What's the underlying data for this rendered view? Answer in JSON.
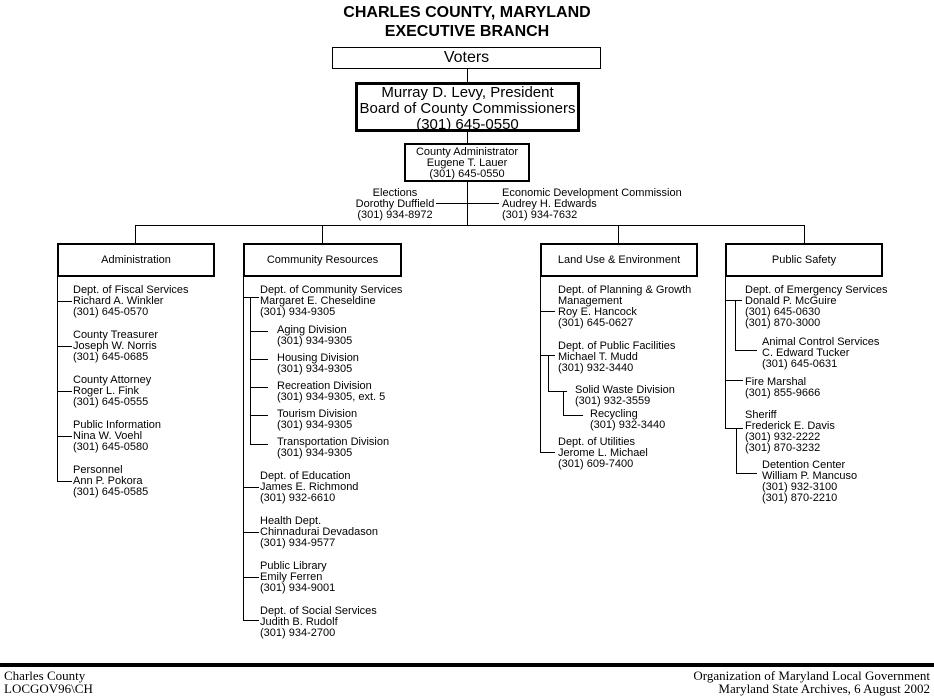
{
  "title": {
    "line1": "CHARLES COUNTY, MARYLAND",
    "line2": "EXECUTIVE BRANCH"
  },
  "voters": {
    "label": "Voters"
  },
  "board": {
    "lines": [
      "Murray D. Levy, President",
      "Board of County Commissioners",
      "(301) 645-0550"
    ]
  },
  "county_admin": {
    "lines": [
      "County Administrator",
      "Eugene T. Lauer",
      "(301) 645-0550"
    ]
  },
  "staff_offices": {
    "elections": {
      "lines": [
        "Elections",
        "Dorothy Duffield",
        "(301) 934-8972"
      ]
    },
    "economic_development": {
      "lines": [
        "Economic Development Commission",
        "Audrey H. Edwards",
        "(301) 934-7632"
      ]
    }
  },
  "branches": {
    "administration": {
      "label": "Administration",
      "entries": [
        {
          "lines": [
            "Dept. of Fiscal Services",
            "Richard A. Winkler",
            "(301) 645-0570"
          ]
        },
        {
          "lines": [
            "County Treasurer",
            "Joseph W. Norris",
            "(301) 645-0685"
          ]
        },
        {
          "lines": [
            "County Attorney",
            "Roger L. Fink",
            "(301) 645-0555"
          ]
        },
        {
          "lines": [
            "Public Information",
            "Nina W. Voehl",
            "(301) 645-0580"
          ]
        },
        {
          "lines": [
            "Personnel",
            "Ann P. Pokora",
            "(301) 645-0585"
          ]
        }
      ]
    },
    "community_resources": {
      "label": "Community Resources",
      "entries": [
        {
          "lines": [
            "Dept. of Community Services",
            "Margaret E. Cheseldine",
            "(301) 934-9305"
          ]
        },
        {
          "lines": [
            "Aging Division",
            "(301) 934-9305"
          ]
        },
        {
          "lines": [
            "Housing Division",
            "(301) 934-9305"
          ]
        },
        {
          "lines": [
            "Recreation Division",
            "(301) 934-9305, ext. 5"
          ]
        },
        {
          "lines": [
            "Tourism Division",
            "(301) 934-9305"
          ]
        },
        {
          "lines": [
            "Transportation Division",
            "(301) 934-9305"
          ]
        },
        {
          "lines": [
            "Dept. of Education",
            "James E. Richmond",
            "(301) 932-6610"
          ]
        },
        {
          "lines": [
            "Health Dept.",
            "Chinnadurai Devadason",
            "(301) 934-9577"
          ]
        },
        {
          "lines": [
            "Public Library",
            "Emily Ferren",
            "(301) 934-9001"
          ]
        },
        {
          "lines": [
            "Dept. of Social Services",
            "Judith B. Rudolf",
            "(301) 934-2700"
          ]
        }
      ]
    },
    "land_use": {
      "label": "Land Use & Environment",
      "entries": [
        {
          "lines": [
            "Dept. of Planning & Growth",
            "Management",
            "Roy E. Hancock",
            "(301) 645-0627"
          ]
        },
        {
          "lines": [
            "Dept. of Public Facilities",
            "Michael T. Mudd",
            "(301) 932-3440"
          ]
        },
        {
          "lines": [
            "Solid Waste Division",
            "(301) 932-3559"
          ]
        },
        {
          "lines": [
            "Recycling",
            "(301) 932-3440"
          ]
        },
        {
          "lines": [
            "Dept. of Utilities",
            "Jerome L. Michael",
            "(301) 609-7400"
          ]
        }
      ]
    },
    "public_safety": {
      "label": "Public Safety",
      "entries": [
        {
          "lines": [
            "Dept. of Emergency Services",
            "Donald P. McGuire",
            "(301) 645-0630",
            "(301) 870-3000"
          ]
        },
        {
          "lines": [
            "Animal Control Services",
            "C. Edward Tucker",
            "(301) 645-0631"
          ]
        },
        {
          "lines": [
            "Fire Marshal",
            "(301) 855-9666"
          ]
        },
        {
          "lines": [
            "Sheriff",
            "Frederick E. Davis",
            "(301) 932-2222",
            "(301) 870-3232"
          ]
        },
        {
          "lines": [
            "Detention Center",
            "William P. Mancuso",
            "(301) 932-3100",
            "(301) 870-2210"
          ]
        }
      ]
    }
  },
  "footer": {
    "left": [
      "Charles County",
      "LOCGOV96\\CH"
    ],
    "right": [
      "Organization of Maryland Local Government",
      "Maryland State Archives, 6 August 2002"
    ]
  }
}
